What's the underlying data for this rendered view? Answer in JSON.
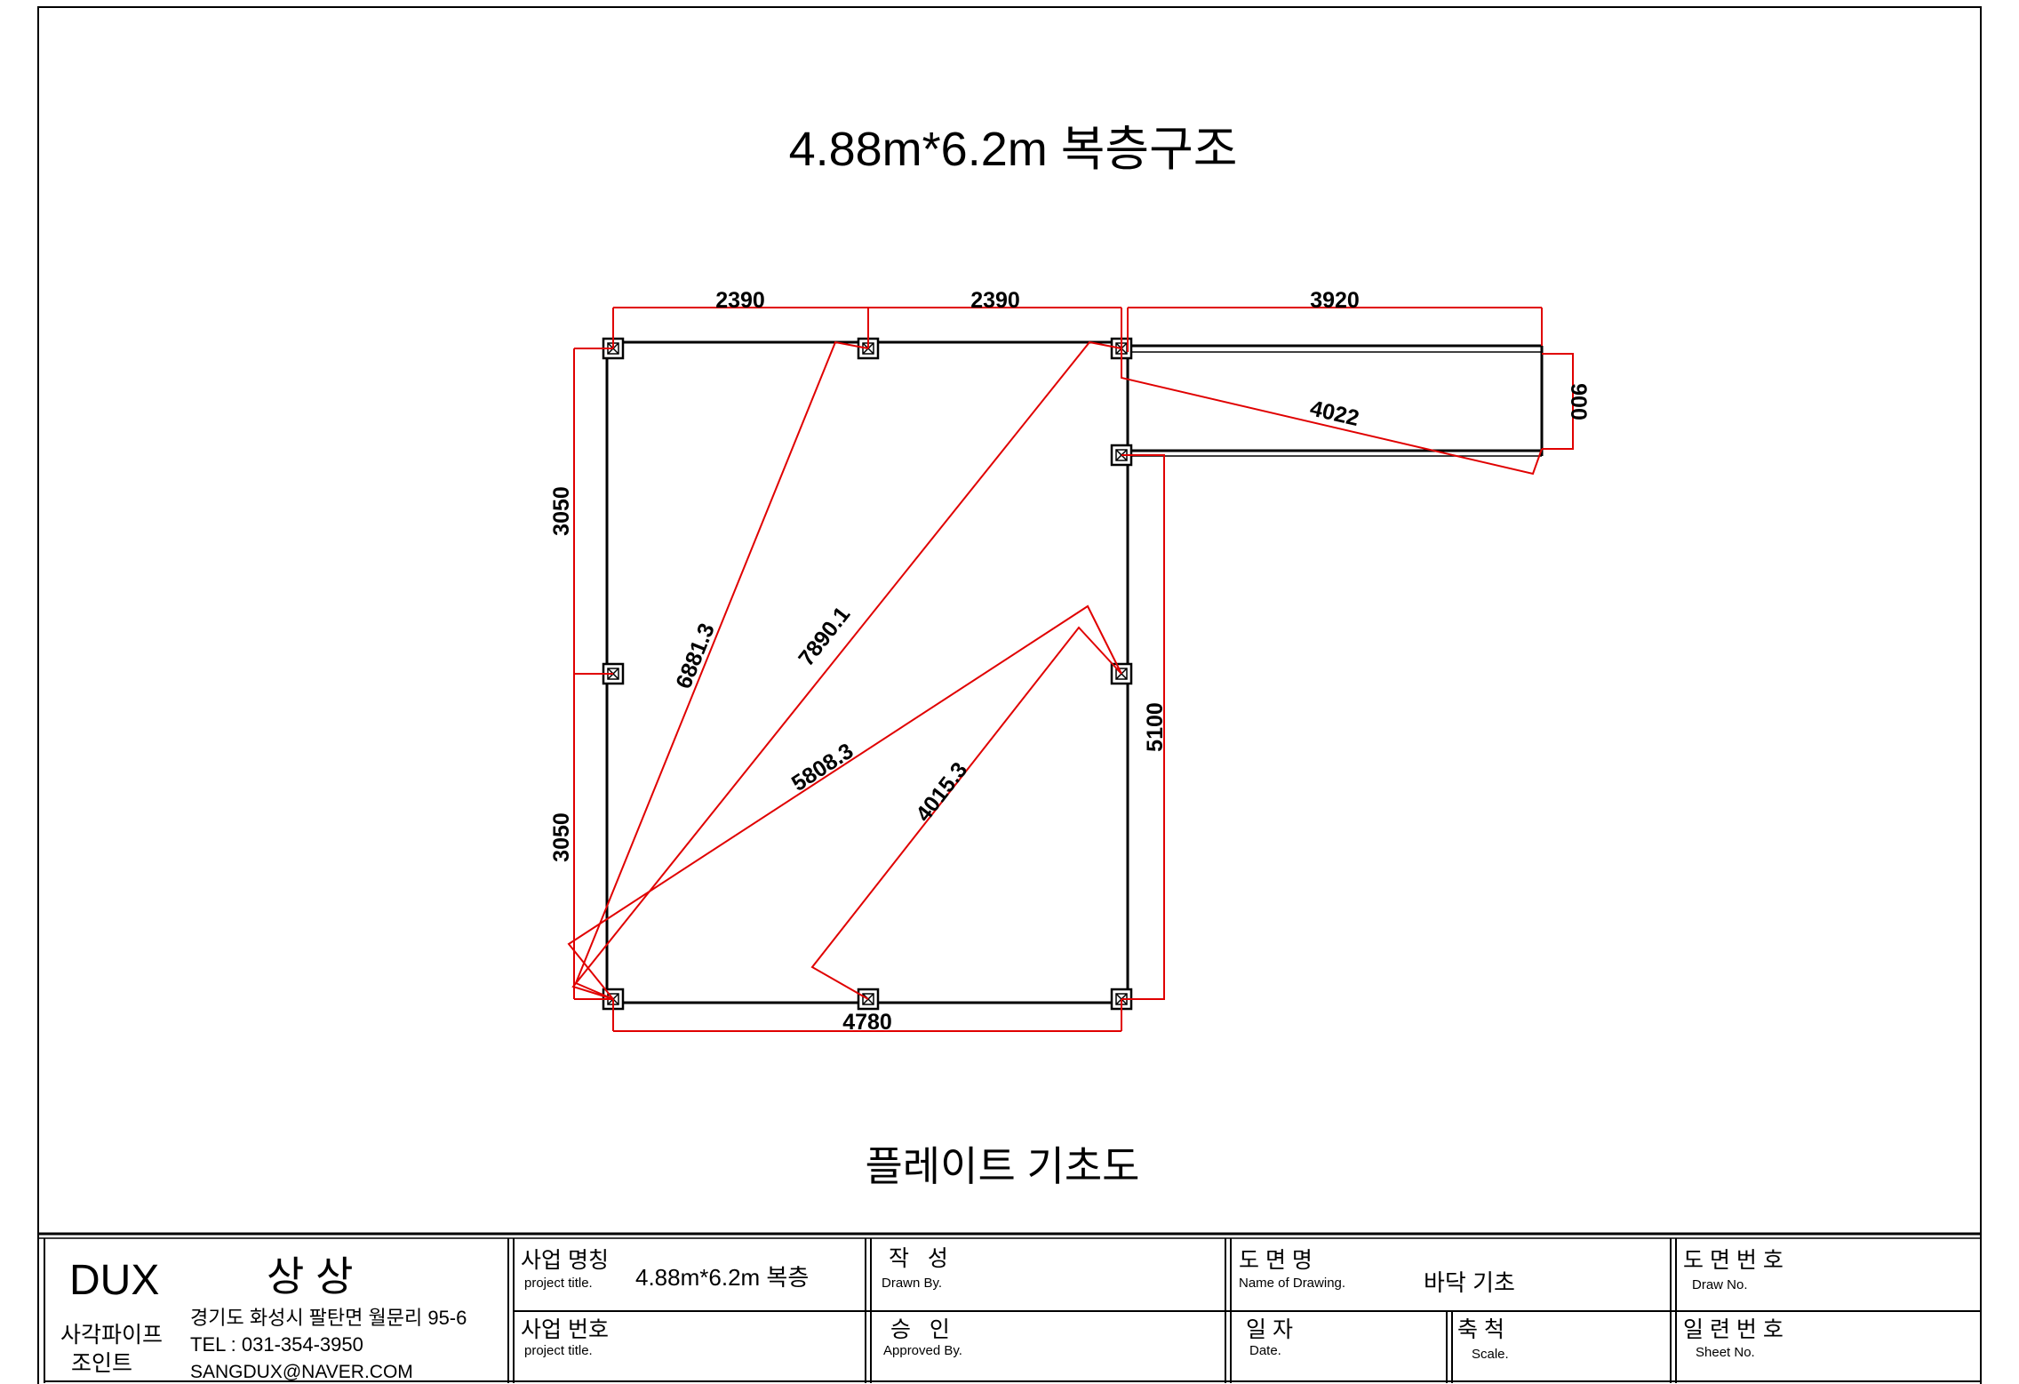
{
  "drawing": {
    "title": "4.88m*6.2m 복층구조",
    "subtitle": "플레이트 기초도",
    "dimensions": {
      "top_left": "2390",
      "top_mid": "2390",
      "top_right": "3920",
      "left_upper": "3050",
      "left_lower": "3050",
      "bottom": "4780",
      "right": "5100",
      "ext_height": "900",
      "ext_diag": "4022",
      "diag_1": "6881.3",
      "diag_2": "7890.1",
      "diag_3": "5808.3",
      "diag_4": "4015.3"
    }
  },
  "title_block": {
    "company": {
      "brand": "DUX",
      "brand_kr": "상 상",
      "name_line1": "사각파이프",
      "name_line2": "조인트",
      "address": "경기도 화성시 팔탄면 월문리 95-6",
      "tel": "TEL : 031-354-3950",
      "email": "SANGDUX@NAVER.COM"
    },
    "project_name": {
      "label": "사업 명칭",
      "sub": "project title.",
      "value": "4.88m*6.2m 복층"
    },
    "project_no": {
      "label": "사업 번호",
      "sub": "project title.",
      "value": ""
    },
    "drawn": {
      "label": "작   성",
      "sub": "Drawn By.",
      "value": ""
    },
    "approved": {
      "label": "승   인",
      "sub": "Approved By.",
      "value": ""
    },
    "drawing_name": {
      "label": "도 면 명",
      "sub": "Name of Drawing.",
      "value": "바닥 기초"
    },
    "date": {
      "label": "일 자",
      "sub": "Date.",
      "value": ""
    },
    "scale": {
      "label": "축 척",
      "sub": "Scale.",
      "value": ""
    },
    "draw_no": {
      "label": "도 면 번 호",
      "sub": "Draw No.",
      "value": ""
    },
    "sheet_no": {
      "label": "일 련 번 호",
      "sub": "Sheet No.",
      "value": ""
    }
  },
  "colors": {
    "dimension": "#e00000",
    "structure": "#000000"
  }
}
